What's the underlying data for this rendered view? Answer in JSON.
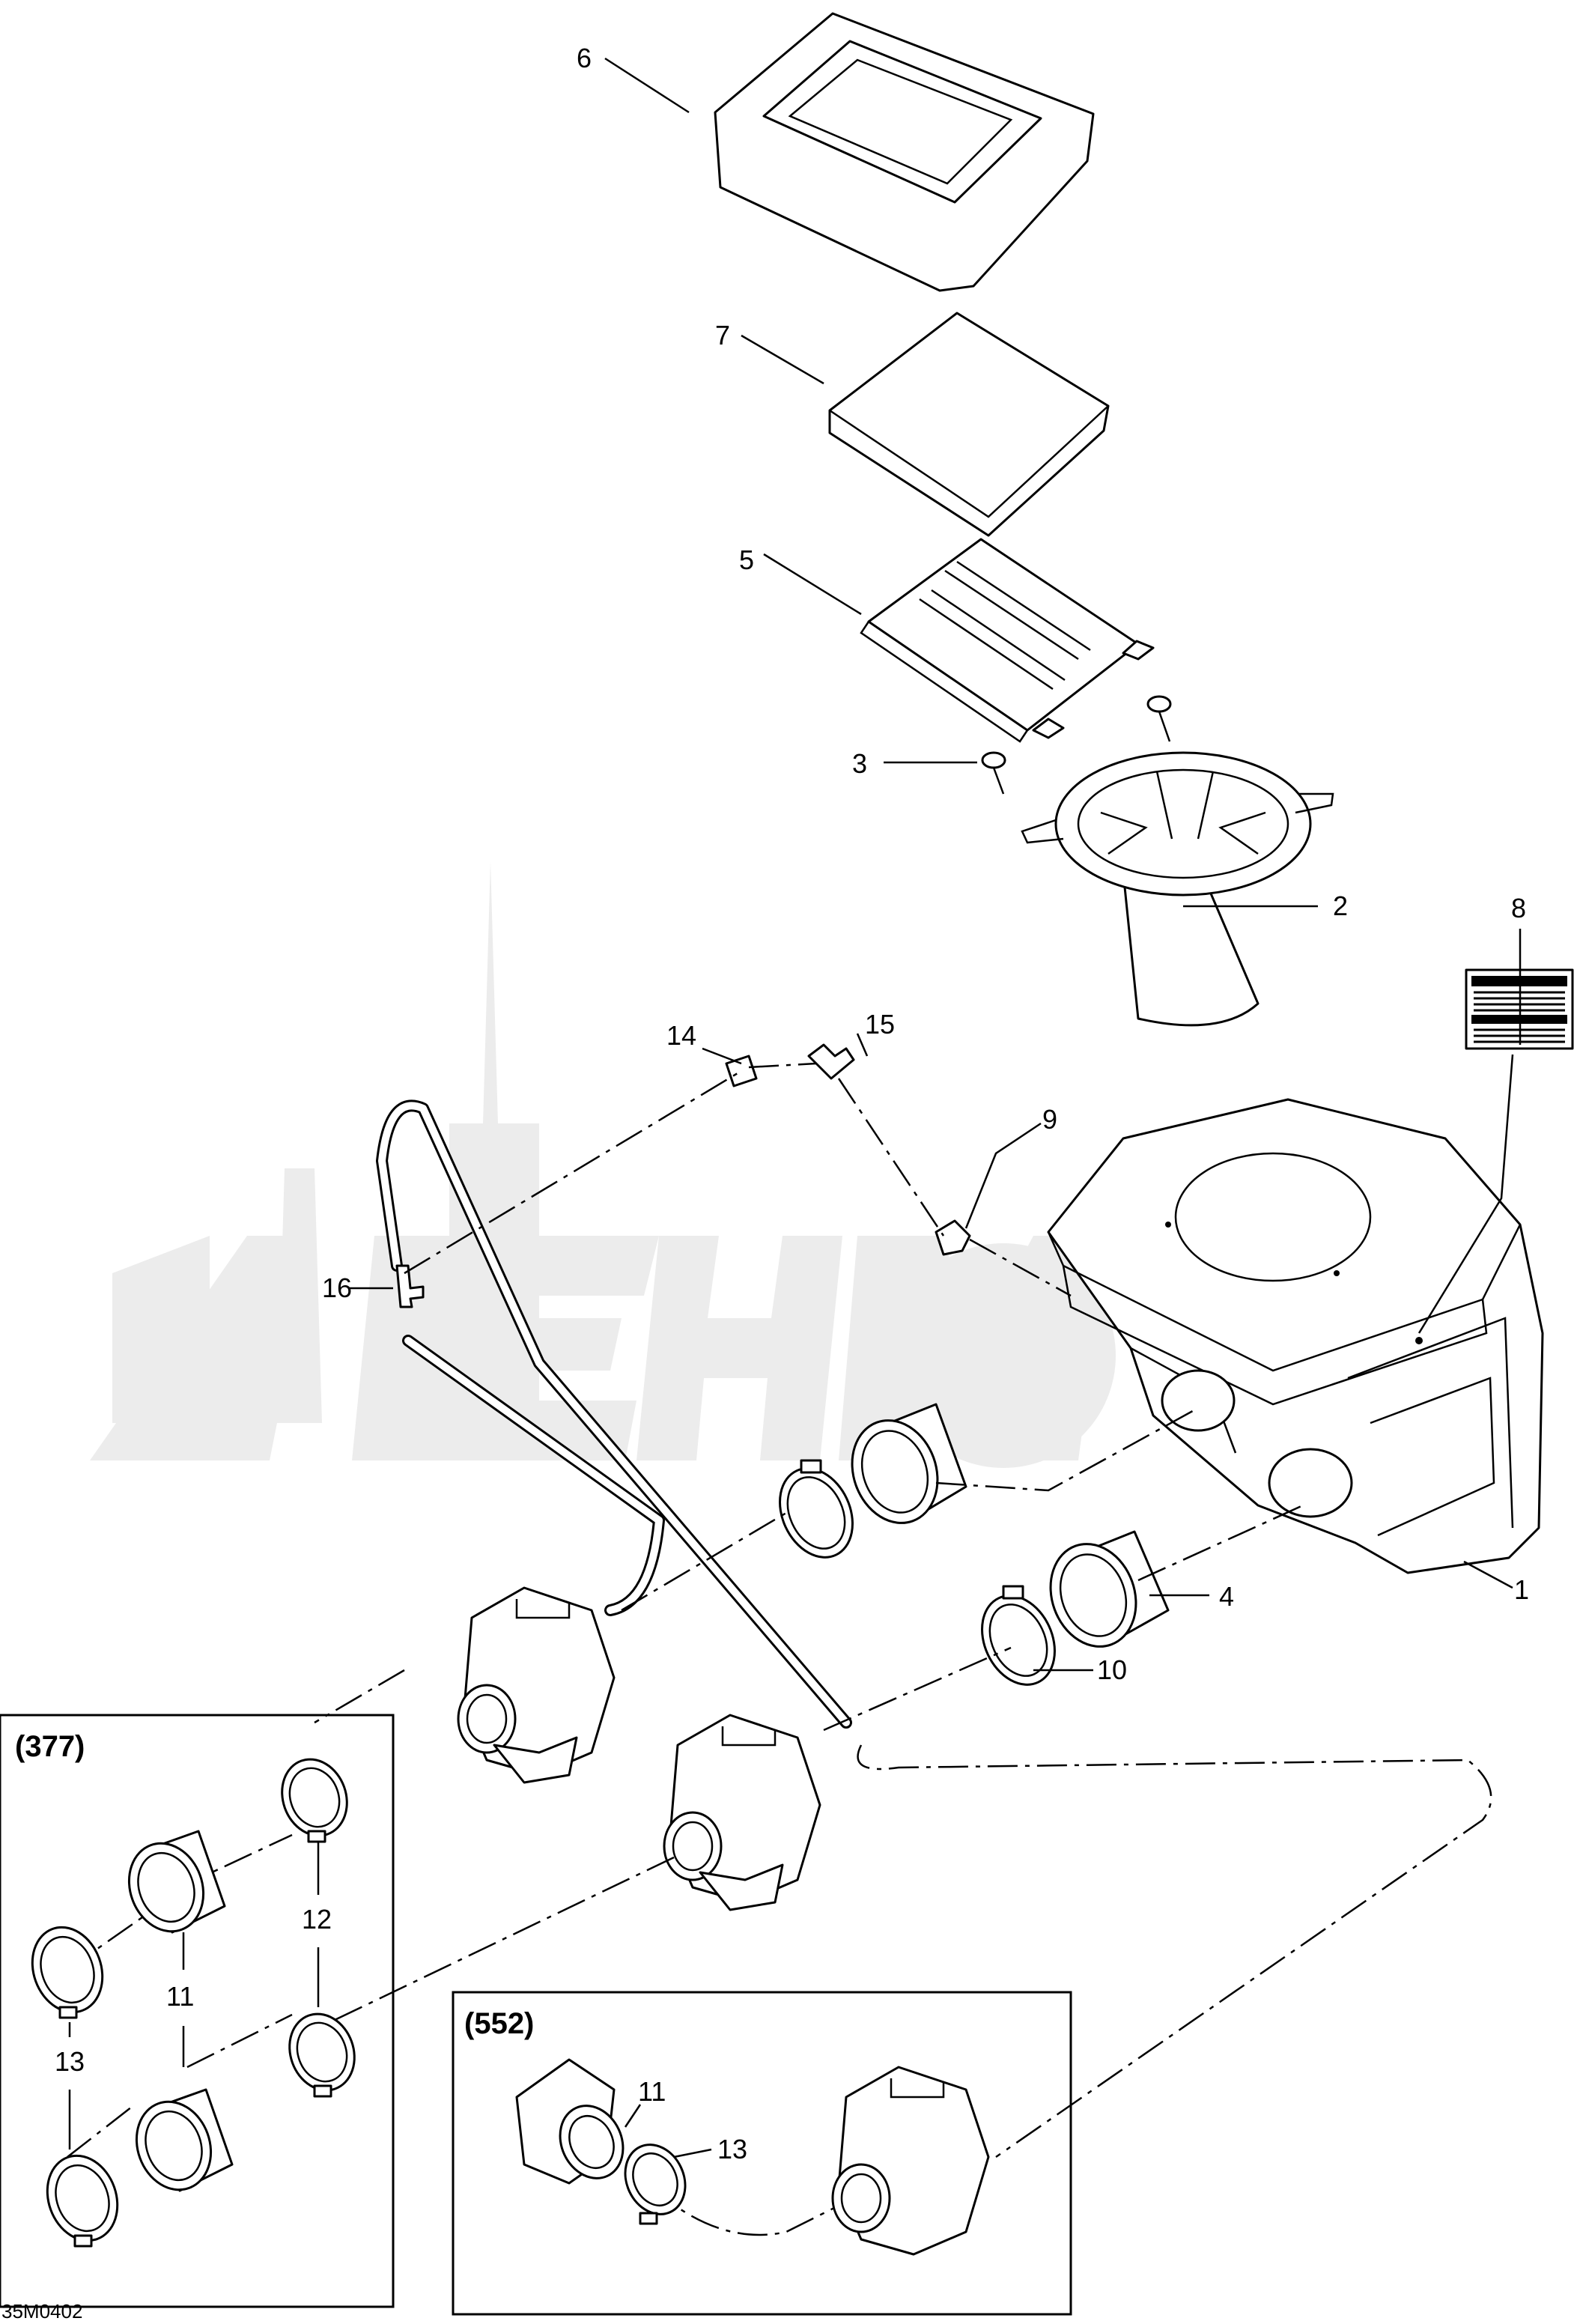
{
  "callouts": {
    "c1": "1",
    "c2": "2",
    "c3": "3",
    "c4": "4",
    "c5": "5",
    "c6": "6",
    "c7": "7",
    "c8": "8",
    "c9": "9",
    "c10": "10",
    "c11": "11",
    "c12": "12",
    "c13": "13",
    "c14": "14",
    "c15": "15",
    "c16": "16"
  },
  "groups": {
    "g377": "(377)",
    "g552": "(552)",
    "g377_11": "11",
    "g377_12": "12",
    "g377_13": "13",
    "g552_11": "11",
    "g552_13": "13"
  },
  "diagram_ref": "35M0402",
  "colors": {
    "line": "#000000",
    "background": "#ffffff",
    "watermark": "#ececec"
  }
}
